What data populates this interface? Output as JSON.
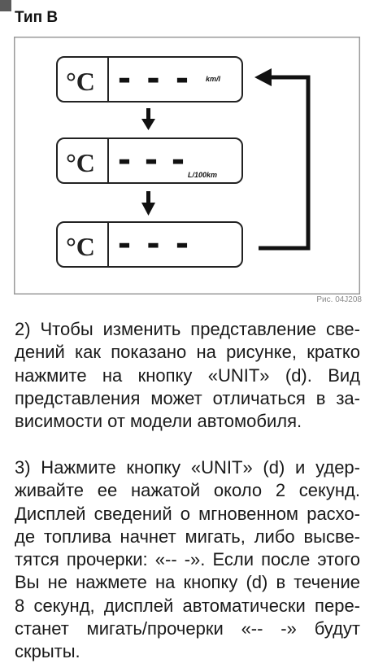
{
  "header": {
    "title": "Тип B"
  },
  "figure": {
    "displays": [
      {
        "symbol": "°C",
        "reading": "- - -",
        "unit": "km/l"
      },
      {
        "symbol": "°C",
        "reading": "- - -",
        "unit": "L/100km"
      },
      {
        "symbol": "°C",
        "reading": "- - -"
      }
    ],
    "caption": "Рис. 04J208"
  },
  "paragraphs": [
    {
      "lines": [
        "2) Чтобы изменить представление све-",
        "дений как показано на рисунке, кратко",
        "нажмите на кнопку «UNIT» (d). Вид",
        "представления может отличаться в за-",
        "висимости от модели автомобиля."
      ]
    },
    {
      "lines": [
        "3) Нажмите кнопку «UNIT» (d) и удер-",
        "живайте ее нажатой около 2 секунд.",
        "Дисплей сведений о мгновенном расхо-",
        "де топлива начнет мигать, либо высве-",
        "тятся прочерки: «-- -». Если после этого",
        "Вы не нажмете на кнопку (d) в течение",
        "8 секунд, дисплей автоматически пере-",
        "станет мигать/прочерки «-- -» будут",
        "скрыты."
      ]
    }
  ],
  "colors": {
    "text": "#1a1a1a",
    "frame": "#9a9a9a",
    "display_stroke": "#222222",
    "corner_tab": "#5a5a5a"
  }
}
